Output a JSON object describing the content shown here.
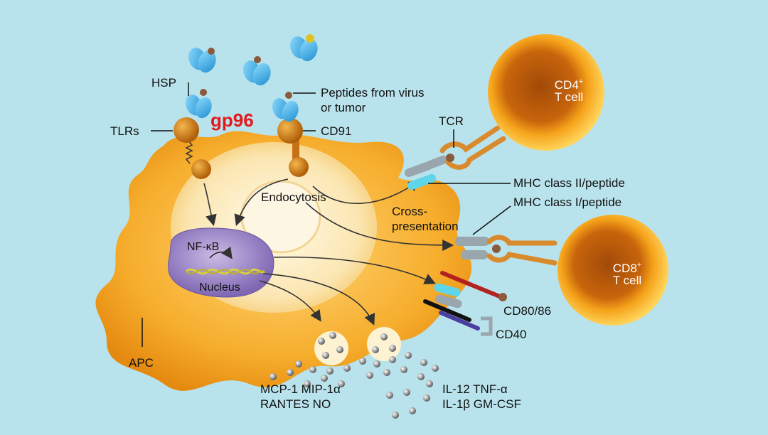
{
  "title": "gp96",
  "labels": {
    "hsp": "HSP",
    "tlrs": "TLRs",
    "peptides_line1": "Peptides from virus",
    "peptides_line2": "or tumor",
    "cd91": "CD91",
    "tcr": "TCR",
    "endocytosis": "Endocytosis",
    "cross_line1": "Cross-",
    "cross_line2": "presentation",
    "mhc2": "MHC  class II/peptide",
    "mhc1": "MHC  class I/peptide",
    "nfkb": "NF-κB",
    "nucleus": "Nucleus",
    "cd80": "CD80/86",
    "cd40": "CD40",
    "apc": "APC",
    "chemokines_line1": "MCP-1  MIP-1α",
    "chemokines_line2": "RANTES  NO",
    "cytokines_line1": "IL-12  TNF-α",
    "cytokines_line2": "IL-1β  GM-CSF"
  },
  "cells": {
    "cd4": {
      "name": "CD4",
      "sup": "+",
      "line2": "T cell"
    },
    "cd8": {
      "name": "CD8",
      "sup": "+",
      "line2": "T cell"
    }
  },
  "colors": {
    "background": "#b9e3ec",
    "title": "#e4191b",
    "apc_body": "#f4a92a",
    "tcell_outer": "#f7b21b",
    "nucleus": "#9b83c8",
    "hsp": "#3aaee6"
  }
}
